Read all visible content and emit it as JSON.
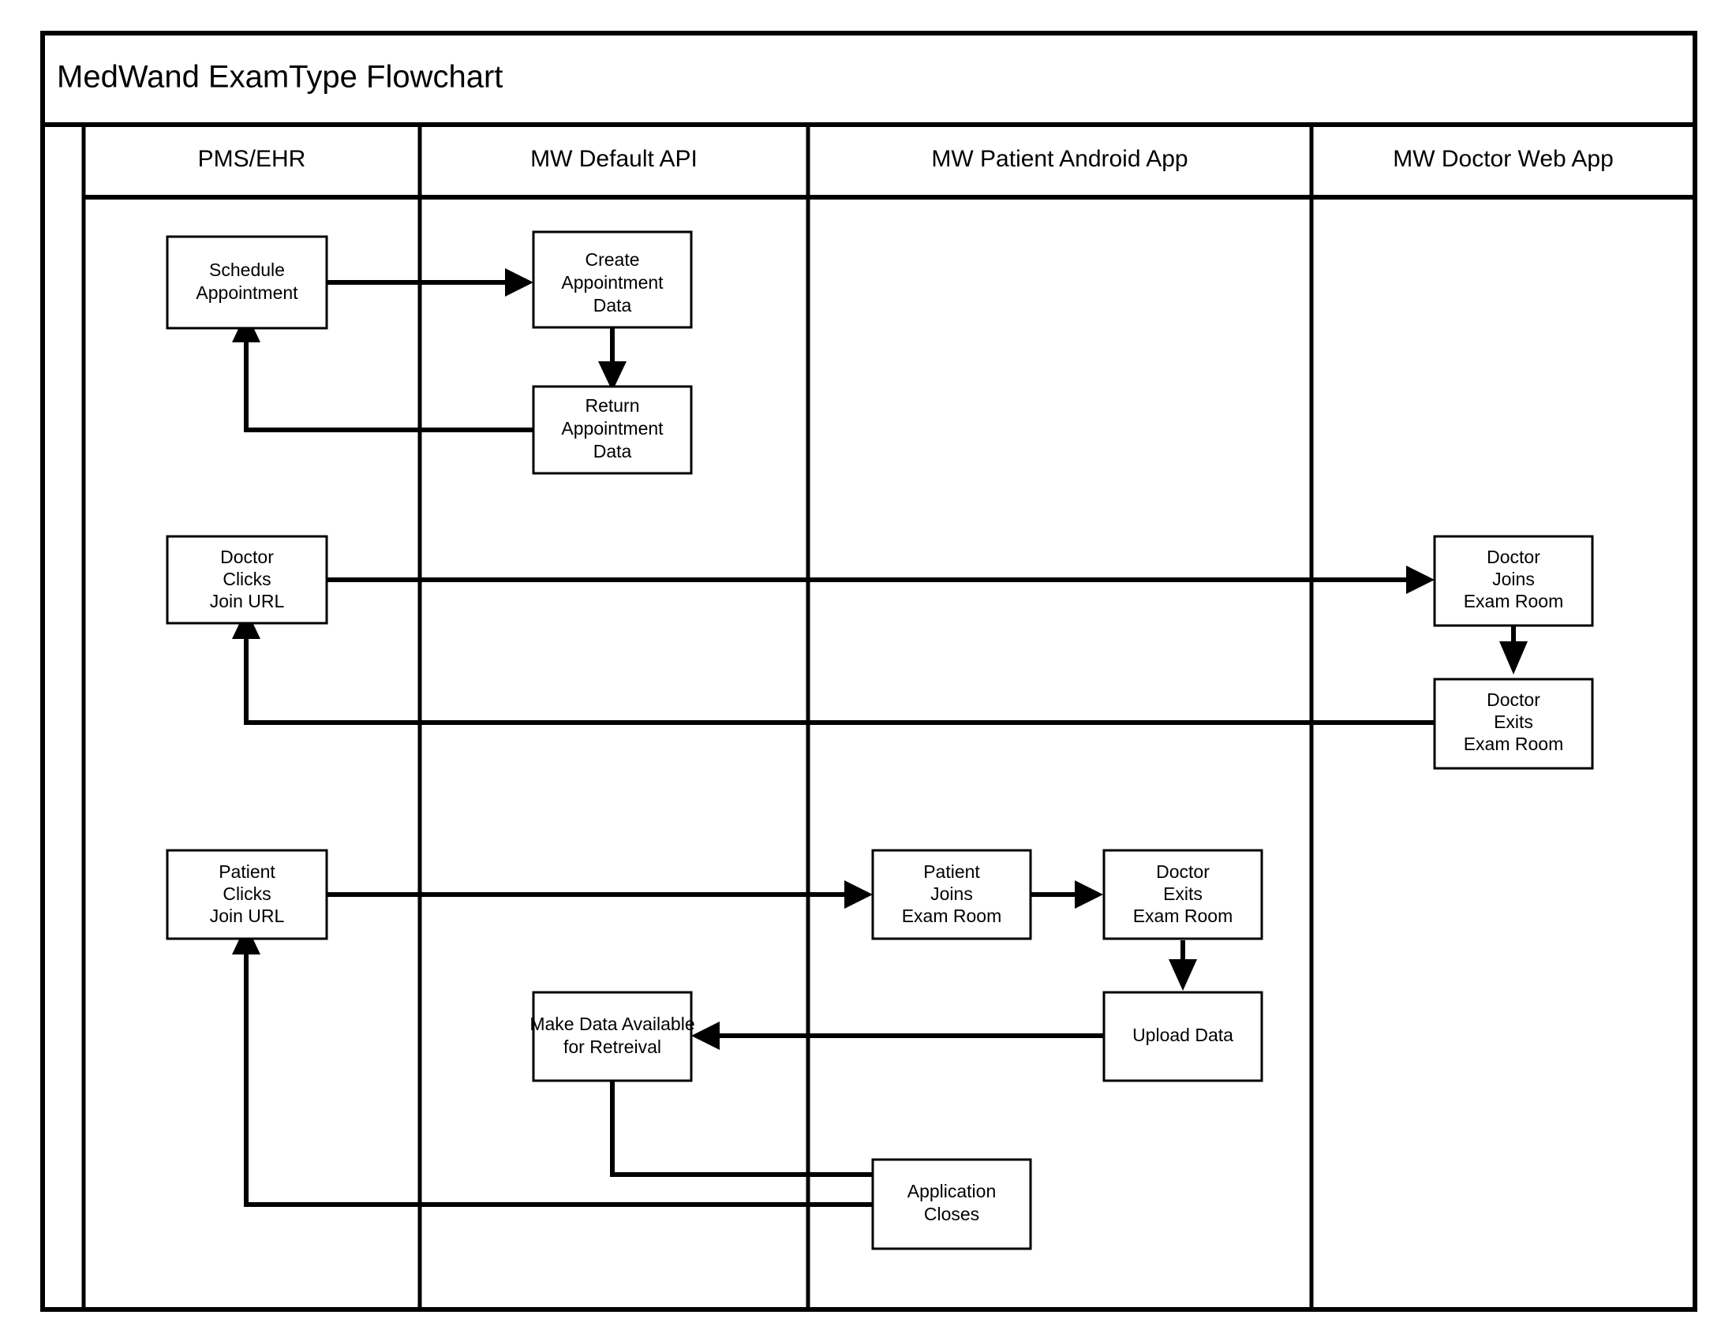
{
  "diagram": {
    "title": "MedWand ExamType Flowchart",
    "type": "cross-functional-flowchart",
    "lanes": [
      {
        "id": "gutter",
        "label": ""
      },
      {
        "id": "pms-ehr",
        "label": "PMS/EHR"
      },
      {
        "id": "mw-default-api",
        "label": "MW Default API"
      },
      {
        "id": "mw-patient-android-app",
        "label": "MW Patient Android App"
      },
      {
        "id": "mw-doctor-web-app",
        "label": "MW Doctor Web App"
      }
    ],
    "nodes": [
      {
        "id": "schedule-appointment",
        "lane": "pms-ehr",
        "lines": [
          "Schedule",
          "Appointment"
        ]
      },
      {
        "id": "create-appointment-data",
        "lane": "mw-default-api",
        "lines": [
          "Create",
          "Appointment",
          "Data"
        ]
      },
      {
        "id": "return-appointment-data",
        "lane": "mw-default-api",
        "lines": [
          "Return",
          "Appointment",
          "Data"
        ]
      },
      {
        "id": "doctor-clicks-join-url",
        "lane": "pms-ehr",
        "lines": [
          "Doctor",
          "Clicks",
          "Join URL"
        ]
      },
      {
        "id": "doctor-joins-exam-room",
        "lane": "mw-doctor-web-app",
        "lines": [
          "Doctor",
          "Joins",
          "Exam Room"
        ]
      },
      {
        "id": "doctor-exits-exam-room-web",
        "lane": "mw-doctor-web-app",
        "lines": [
          "Doctor",
          "Exits",
          "Exam Room"
        ]
      },
      {
        "id": "patient-clicks-join-url",
        "lane": "pms-ehr",
        "lines": [
          "Patient",
          "Clicks",
          "Join URL"
        ]
      },
      {
        "id": "patient-joins-exam-room",
        "lane": "mw-patient-android-app",
        "lines": [
          "Patient",
          "Joins",
          "Exam Room"
        ]
      },
      {
        "id": "doctor-exits-exam-room-android",
        "lane": "mw-patient-android-app",
        "lines": [
          "Doctor",
          "Exits",
          "Exam Room"
        ]
      },
      {
        "id": "upload-data",
        "lane": "mw-patient-android-app",
        "lines": [
          "Upload Data"
        ]
      },
      {
        "id": "make-data-available",
        "lane": "mw-default-api",
        "lines": [
          "Make Data Available",
          "for Retreival"
        ]
      },
      {
        "id": "application-closes",
        "lane": "mw-patient-android-app",
        "lines": [
          "Application",
          "Closes"
        ]
      }
    ],
    "edges": [
      {
        "from": "schedule-appointment",
        "to": "create-appointment-data"
      },
      {
        "from": "create-appointment-data",
        "to": "return-appointment-data"
      },
      {
        "from": "return-appointment-data",
        "to": "schedule-appointment"
      },
      {
        "from": "doctor-clicks-join-url",
        "to": "doctor-joins-exam-room"
      },
      {
        "from": "doctor-joins-exam-room",
        "to": "doctor-exits-exam-room-web"
      },
      {
        "from": "doctor-exits-exam-room-web",
        "to": "doctor-clicks-join-url"
      },
      {
        "from": "patient-clicks-join-url",
        "to": "patient-joins-exam-room"
      },
      {
        "from": "patient-joins-exam-room",
        "to": "doctor-exits-exam-room-android"
      },
      {
        "from": "doctor-exits-exam-room-android",
        "to": "upload-data"
      },
      {
        "from": "upload-data",
        "to": "make-data-available"
      },
      {
        "from": "make-data-available",
        "to": "application-closes"
      },
      {
        "from": "application-closes",
        "to": "patient-clicks-join-url"
      }
    ],
    "colors": {
      "background": "#ffffff",
      "stroke": "#000000",
      "node_fill": "#ffffff",
      "text": "#000000"
    },
    "node_text": {
      "schedule_appointment_l1": "Schedule",
      "schedule_appointment_l2": "Appointment",
      "create_appointment_data_l1": "Create",
      "create_appointment_data_l2": "Appointment",
      "create_appointment_data_l3": "Data",
      "return_appointment_data_l1": "Return",
      "return_appointment_data_l2": "Appointment",
      "return_appointment_data_l3": "Data",
      "doctor_clicks_join_url_l1": "Doctor",
      "doctor_clicks_join_url_l2": "Clicks",
      "doctor_clicks_join_url_l3": "Join URL",
      "doctor_joins_exam_room_l1": "Doctor",
      "doctor_joins_exam_room_l2": "Joins",
      "doctor_joins_exam_room_l3": "Exam Room",
      "doctor_exits_exam_room_web_l1": "Doctor",
      "doctor_exits_exam_room_web_l2": "Exits",
      "doctor_exits_exam_room_web_l3": "Exam Room",
      "patient_clicks_join_url_l1": "Patient",
      "patient_clicks_join_url_l2": "Clicks",
      "patient_clicks_join_url_l3": "Join URL",
      "patient_joins_exam_room_l1": "Patient",
      "patient_joins_exam_room_l2": "Joins",
      "patient_joins_exam_room_l3": "Exam Room",
      "doctor_exits_exam_room_android_l1": "Doctor",
      "doctor_exits_exam_room_android_l2": "Exits",
      "doctor_exits_exam_room_android_l3": "Exam Room",
      "upload_data_l1": "Upload Data",
      "make_data_available_l1": "Make Data Available",
      "make_data_available_l2": "for Retreival",
      "application_closes_l1": "Application",
      "application_closes_l2": "Closes"
    }
  }
}
